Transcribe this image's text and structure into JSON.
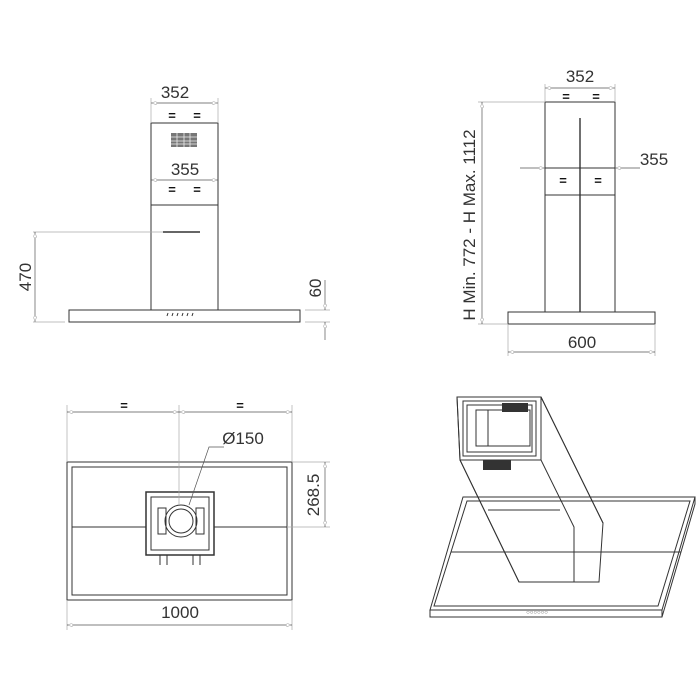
{
  "front_view": {
    "width_top": "352",
    "width_mid": "355",
    "height_470": "470",
    "canopy_thickness": "60",
    "equal_mark": "="
  },
  "side_view": {
    "width_top": "352",
    "width_mid": "355",
    "height_range": "H Min. 772  -  H Max. 1112",
    "depth": "600",
    "equal_mark": "="
  },
  "top_view": {
    "equal_left": "=",
    "equal_right": "=",
    "duct_diameter": "Ø150",
    "offset": "268.5",
    "width": "1000"
  }
}
